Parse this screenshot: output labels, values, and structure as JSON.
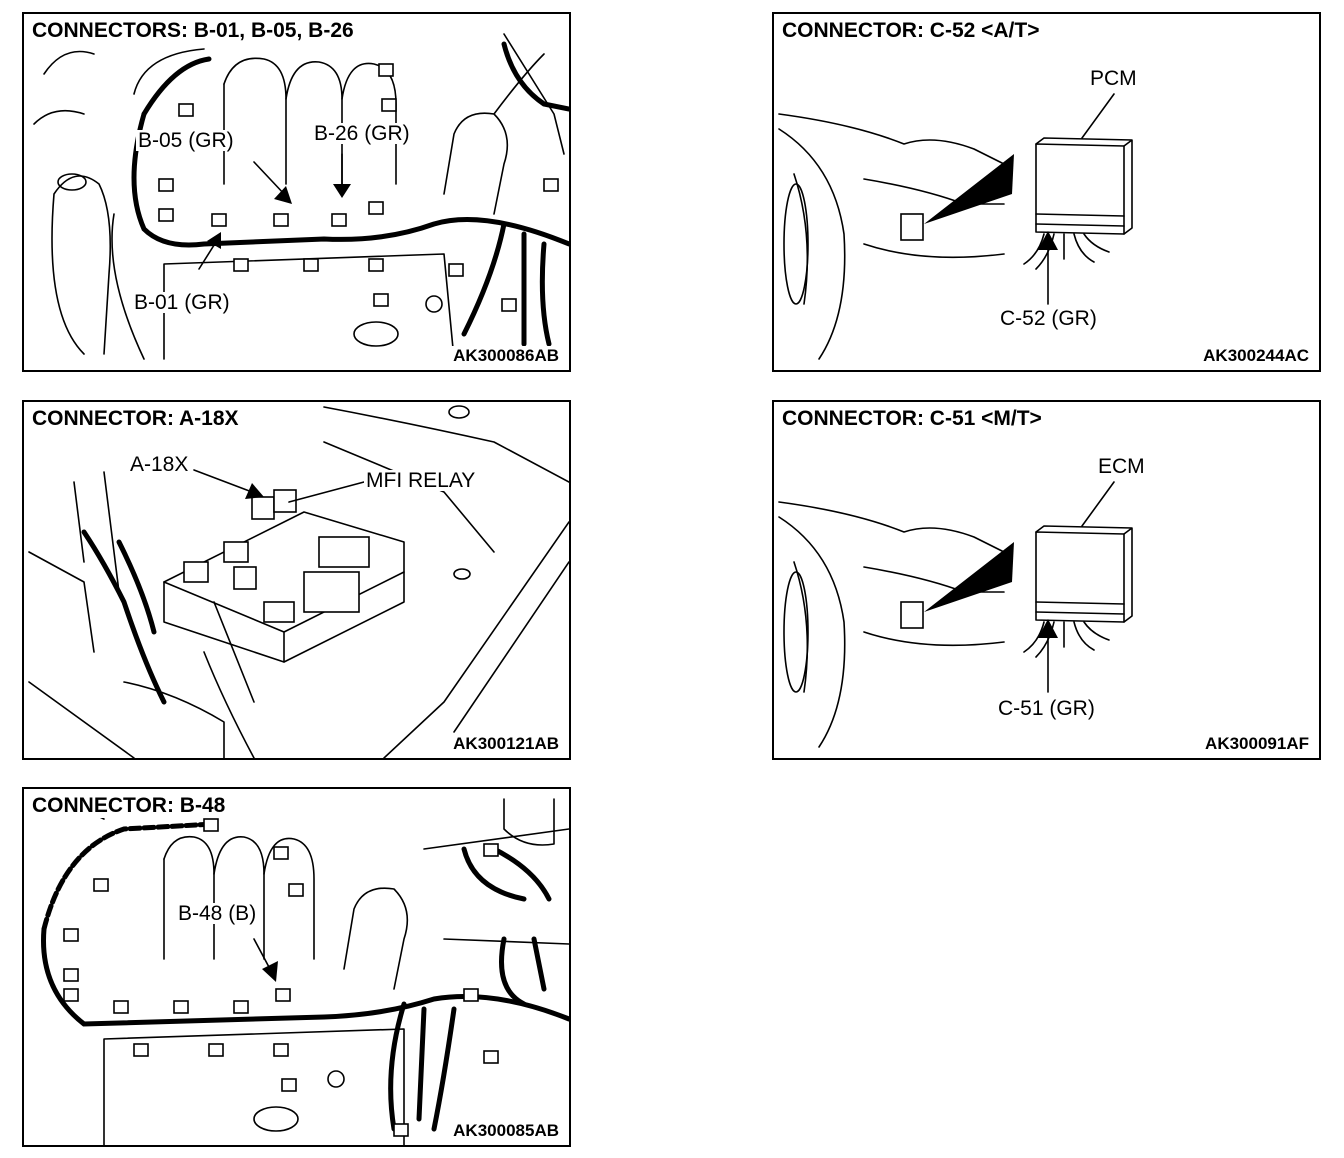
{
  "panels": [
    {
      "title": "CONNECTORS: B-01, B-05, B-26",
      "code": "AK300086AB",
      "labels": [
        "B-05 (GR)",
        "B-26 (GR)",
        "B-01 (GR)"
      ]
    },
    {
      "title": "CONNECTOR: C-52 <A/T>",
      "code": "AK300244AC",
      "labels": [
        "PCM",
        "C-52 (GR)"
      ]
    },
    {
      "title": "CONNECTOR: A-18X",
      "code": "AK300121AB",
      "labels": [
        "A-18X",
        "MFI RELAY"
      ]
    },
    {
      "title": "CONNECTOR: C-51 <M/T>",
      "code": "AK300091AF",
      "labels": [
        "ECM",
        "C-51 (GR)"
      ]
    },
    {
      "title": "CONNECTOR: B-48",
      "code": "AK300085AB",
      "labels": [
        "B-48 (B)"
      ]
    }
  ]
}
